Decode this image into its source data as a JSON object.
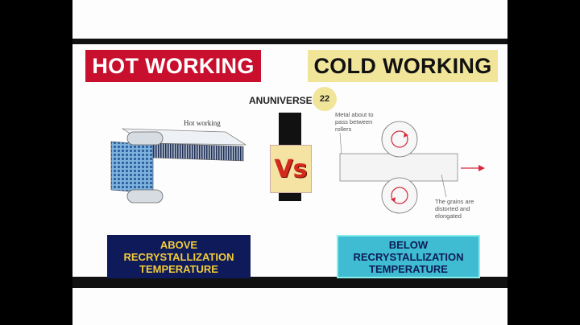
{
  "hot": {
    "title": "HOT WORKING",
    "diagram_label": "Hot working",
    "condition_lines": [
      "ABOVE",
      "RECRYSTALLIZATION",
      "TEMPERATURE"
    ]
  },
  "cold": {
    "title": "COLD WORKING",
    "note_top": [
      "Metal about to",
      "pass between",
      "rollers"
    ],
    "note_bottom": [
      "The grains are",
      "distorted and",
      "elongated"
    ],
    "condition_lines": [
      "BELOW",
      "RECRYSTALLIZATION",
      "TEMPERATURE"
    ]
  },
  "watermark": {
    "text": "ANUNIVERSE",
    "badge": "22"
  },
  "vs": "Vs",
  "colors": {
    "hot_red": "#c8102e",
    "cold_yellow": "#f1e59a",
    "navy": "#0e1a5a",
    "gold": "#f3cc39",
    "cyan": "#3fbcd1",
    "arrow_red": "#d6283c"
  }
}
